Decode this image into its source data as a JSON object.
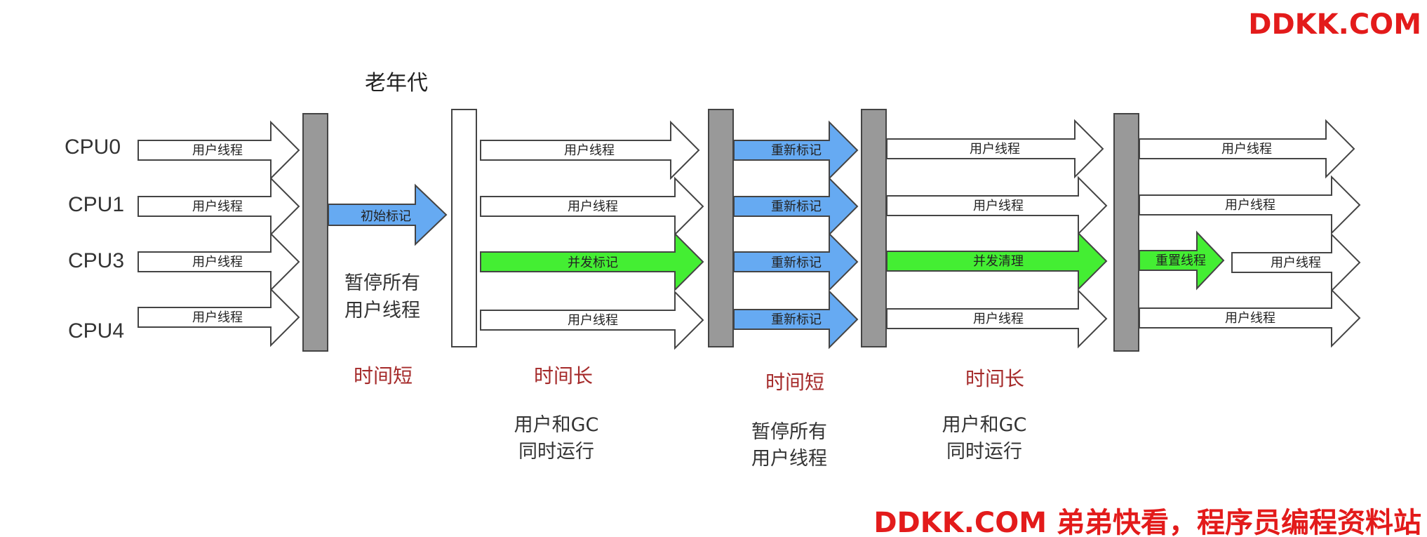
{
  "watermark_top": "DDKK.COM",
  "watermark_bottom": "DDKK.COM 弟弟快看，程序员编程资料站",
  "region_title": "老年代",
  "cpus": [
    "CPU0",
    "CPU1",
    "CPU3",
    "CPU4"
  ],
  "colors": {
    "outline": "#444444",
    "bar": "#999999",
    "white": "#ffffff",
    "blue": "#66aaf2",
    "green": "#44ee33",
    "duration": "#a52a2a",
    "watermark": "#e31b1b"
  },
  "phase1": {
    "user_threads": [
      "用户线程",
      "用户线程",
      "用户线程",
      "用户线程"
    ],
    "initial_mark": "初始标记",
    "pause_note": [
      "暂停所有",
      "用户线程"
    ],
    "duration": "时间短"
  },
  "phase2": {
    "arrows": [
      "用户线程",
      "用户线程",
      "并发标记",
      "用户线程"
    ],
    "duration": "时间长",
    "note": [
      "用户和GC",
      "同时运行"
    ]
  },
  "phase3": {
    "arrows": [
      "重新标记",
      "重新标记",
      "重新标记",
      "重新标记"
    ],
    "duration": "时间短",
    "note": [
      "暂停所有",
      "用户线程"
    ]
  },
  "phase4": {
    "arrows": [
      "用户线程",
      "用户线程",
      "并发清理",
      "用户线程"
    ],
    "duration": "时间长",
    "note": [
      "用户和GC",
      "同时运行"
    ]
  },
  "phase5": {
    "arrows": [
      "用户线程",
      "用户线程",
      "用户线程"
    ],
    "reset": "重置线程",
    "after_reset": "用户线程"
  }
}
